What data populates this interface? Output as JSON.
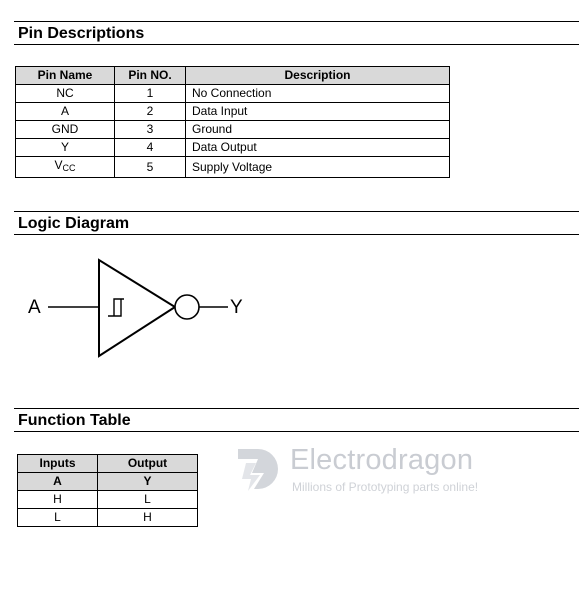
{
  "pin_section": {
    "title": "Pin Descriptions",
    "headers": [
      "Pin Name",
      "Pin NO.",
      "Description"
    ],
    "rows": [
      {
        "name": "NC",
        "no": "1",
        "desc": "No Connection"
      },
      {
        "name": "A",
        "no": "2",
        "desc": "Data Input"
      },
      {
        "name": "GND",
        "no": "3",
        "desc": "Ground"
      },
      {
        "name": "Y",
        "no": "4",
        "desc": "Data Output"
      },
      {
        "name_main": "V",
        "name_sub": "CC",
        "no": "5",
        "desc": "Supply Voltage"
      }
    ]
  },
  "logic_section": {
    "title": "Logic Diagram",
    "input_label": "A",
    "output_label": "Y"
  },
  "function_section": {
    "title": "Function Table",
    "group_headers": [
      "Inputs",
      "Output"
    ],
    "sub_headers": [
      "A",
      "Y"
    ],
    "rows": [
      {
        "a": "H",
        "y": "L"
      },
      {
        "a": "L",
        "y": "H"
      }
    ]
  },
  "watermark": {
    "name": "Electrodragon",
    "tagline": "Millions of Prototyping parts online!"
  }
}
